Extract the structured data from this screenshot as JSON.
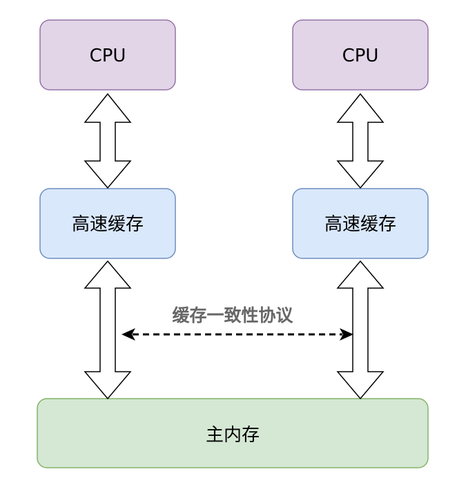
{
  "nodes": {
    "cpu_left": {
      "label": "CPU"
    },
    "cpu_right": {
      "label": "CPU"
    },
    "cache_left": {
      "label": "高速缓存"
    },
    "cache_right": {
      "label": "高速缓存"
    },
    "main_memory": {
      "label": "主内存"
    }
  },
  "protocol": {
    "label": "缓存一致性协议"
  },
  "colors": {
    "cpu_fill": "#e1d5e7",
    "cpu_stroke": "#9673a6",
    "cache_fill": "#dae8fc",
    "cache_stroke": "#6c8ebf",
    "memory_fill": "#d5e8d4",
    "memory_stroke": "#82b366",
    "arrow_stroke": "#000000",
    "protocol_text": "#666666"
  }
}
